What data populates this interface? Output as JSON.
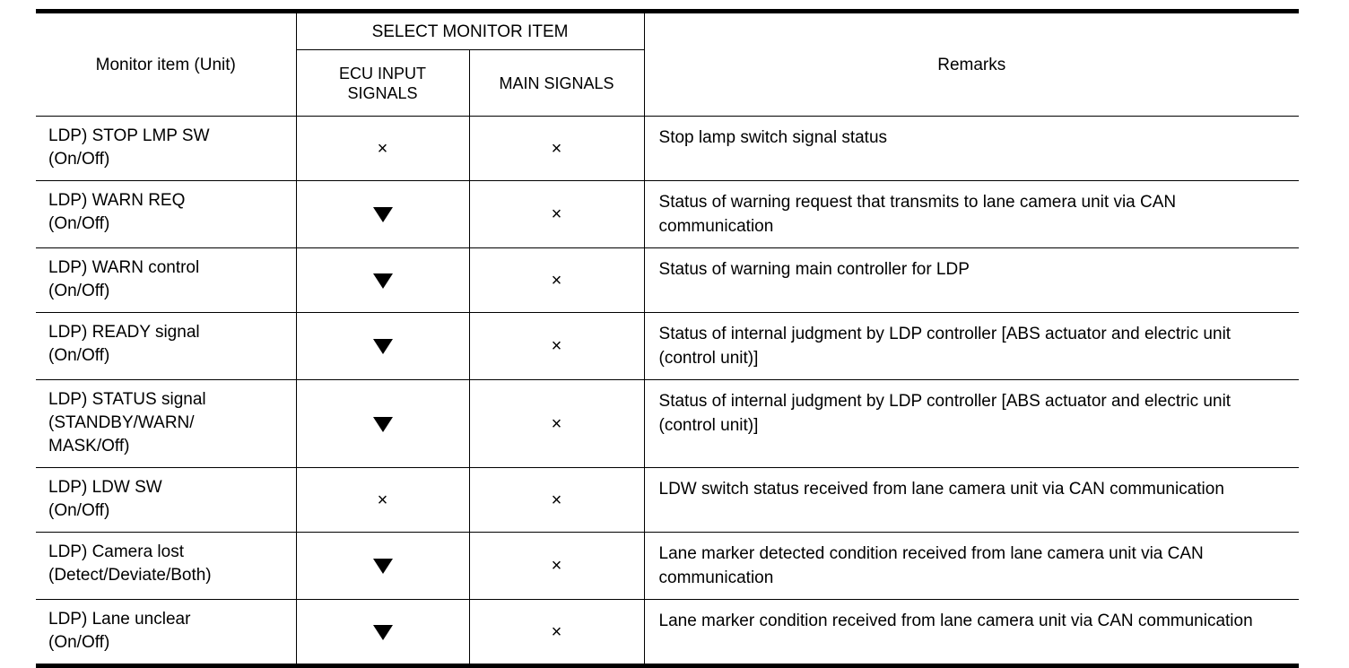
{
  "table": {
    "header": {
      "monitor_item": "Monitor item (Unit)",
      "group": "SELECT MONITOR ITEM",
      "ecu_input_signals_line1": "ECU INPUT",
      "ecu_input_signals_line2": "SIGNALS",
      "main_signals": "MAIN SIGNALS",
      "remarks": "Remarks"
    },
    "columns": [
      "Monitor item (Unit)",
      "ECU INPUT SIGNALS",
      "MAIN SIGNALS",
      "Remarks"
    ],
    "marks": {
      "cross": "×",
      "triangle": "▼"
    },
    "rows": [
      {
        "item_line1": "LDP) STOP LMP SW",
        "item_line2": "(On/Off)",
        "ecu_input": "cross",
        "main_signals": "cross",
        "remarks": "Stop lamp switch signal status"
      },
      {
        "item_line1": "LDP) WARN REQ",
        "item_line2": "(On/Off)",
        "ecu_input": "triangle",
        "main_signals": "cross",
        "remarks": "Status of warning request that transmits to lane camera unit via CAN communication"
      },
      {
        "item_line1": "LDP) WARN control",
        "item_line2": "(On/Off)",
        "ecu_input": "triangle",
        "main_signals": "cross",
        "remarks": "Status of warning main controller for LDP"
      },
      {
        "item_line1": "LDP) READY signal",
        "item_line2": "(On/Off)",
        "ecu_input": "triangle",
        "main_signals": "cross",
        "remarks": "Status of internal judgment by LDP controller [ABS actuator and electric unit (control unit)]"
      },
      {
        "item_line1": "LDP) STATUS signal",
        "item_line2": "(STANDBY/WARN/",
        "item_line3": "MASK/Off)",
        "ecu_input": "triangle",
        "main_signals": "cross",
        "remarks": "Status of internal judgment by LDP controller [ABS actuator and electric unit (control unit)]"
      },
      {
        "item_line1": "LDP) LDW SW",
        "item_line2": "(On/Off)",
        "ecu_input": "cross",
        "main_signals": "cross",
        "remarks": "LDW switch status received from lane camera unit via CAN communication"
      },
      {
        "item_line1": "LDP) Camera lost",
        "item_line2": "(Detect/Deviate/Both)",
        "ecu_input": "triangle",
        "main_signals": "cross",
        "remarks": "Lane marker detected condition received from lane camera unit via CAN communication"
      },
      {
        "item_line1": "LDP) Lane unclear",
        "item_line2": "(On/Off)",
        "ecu_input": "triangle",
        "main_signals": "cross",
        "remarks": "Lane marker condition received from lane camera unit via CAN communication"
      }
    ]
  },
  "colors": {
    "text": "#000000",
    "background": "#ffffff",
    "rule": "#000000"
  }
}
